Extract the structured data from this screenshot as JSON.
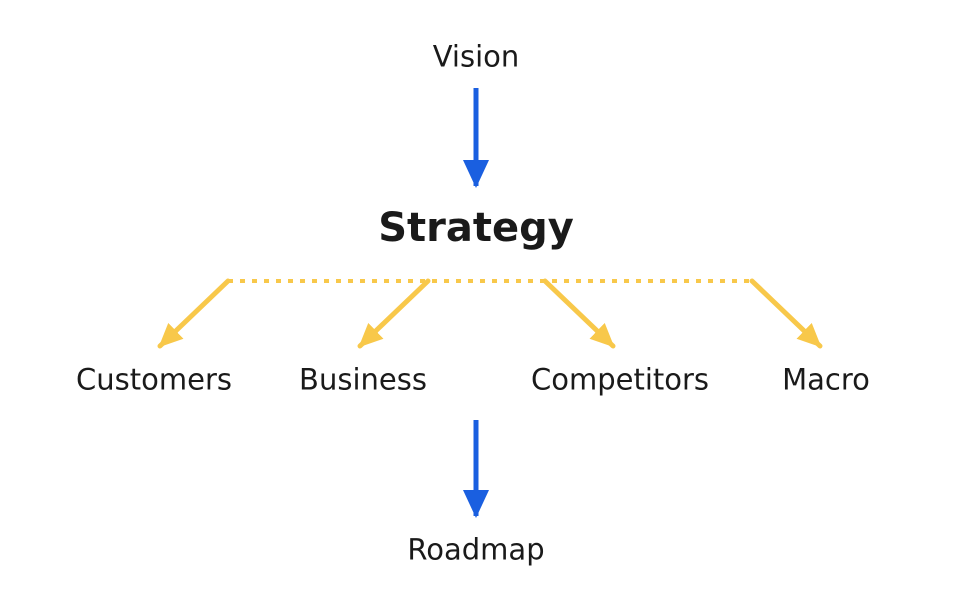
{
  "diagram": {
    "top": "Vision",
    "center": "Strategy",
    "inputs": [
      "Customers",
      "Business",
      "Competitors",
      "Macro"
    ],
    "bottom": "Roadmap"
  },
  "colors": {
    "flow_arrow": "#1a5fe0",
    "input_arrow": "#f8c84a",
    "text": "#1a1a1a"
  }
}
